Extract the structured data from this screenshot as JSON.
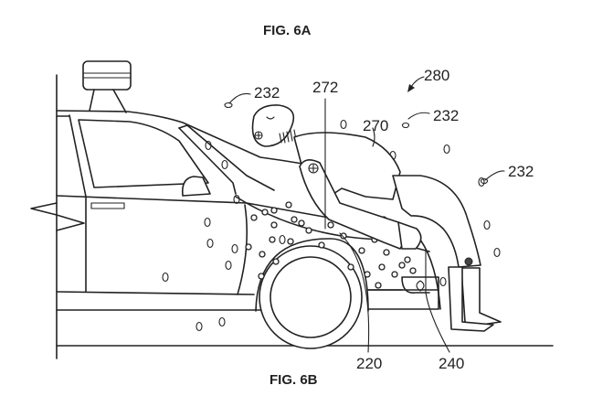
{
  "figure": {
    "title_top": "FIG. 6A",
    "title_bottom": "FIG. 6B",
    "reference_numerals": {
      "adhesive_particles_a": "232",
      "adhesive_particles_b": "232",
      "adhesive_particles_c": "232",
      "adhesive_layer_leader": "272",
      "overall_system": "280",
      "pedestrian": "270",
      "hood_front_end": "220",
      "bumper": "240"
    },
    "colors": {
      "line": "#222222",
      "background": "#ffffff"
    }
  }
}
